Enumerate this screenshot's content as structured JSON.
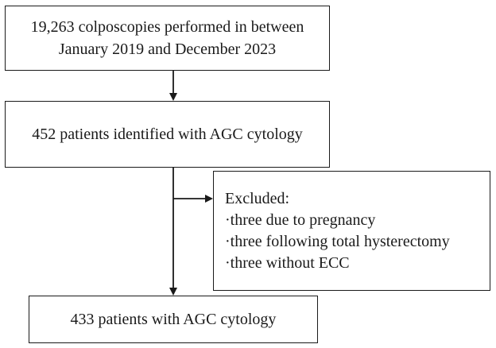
{
  "nodes": {
    "start": {
      "lines": [
        "19,263 colposcopies performed in between",
        "January 2019 and December 2023"
      ]
    },
    "identified": {
      "lines": [
        "452 patients identified with AGC cytology"
      ]
    },
    "excluded": {
      "title": "Excluded:",
      "items": [
        "·three due to pregnancy",
        "·three following total hysterectomy",
        "·three without ECC"
      ]
    },
    "final": {
      "lines": [
        "433 patients with AGC cytology"
      ]
    }
  },
  "colors": {
    "line": "#1a1a1a",
    "text": "#1a1a1a",
    "background": "#ffffff"
  }
}
